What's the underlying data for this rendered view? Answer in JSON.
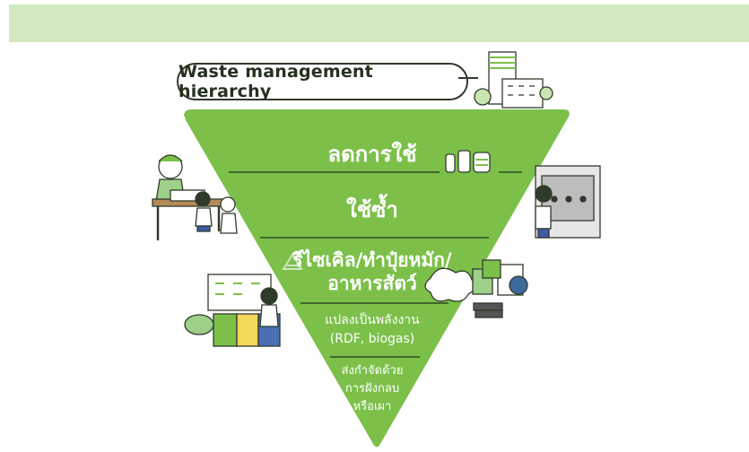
{
  "header": {
    "title": "Waste management hierarchy"
  },
  "levels": [
    {
      "lines": [
        "ลดการใช้"
      ]
    },
    {
      "lines": [
        "ใช้ซ้ำ"
      ]
    },
    {
      "lines": [
        "รีไซเคิล/ทำปุ๋ยหมัก/",
        "อาหารสัตว์"
      ]
    },
    {
      "lines": [
        "แปลงเป็นพลังงาน",
        "(RDF, biogas)"
      ]
    },
    {
      "lines": [
        "ส่งกำจัดด้วย",
        "การฝังกลบ",
        "หรือเผา"
      ]
    }
  ],
  "colors": {
    "banner": "#d2e8bf",
    "triangle": "#7cc04a",
    "divider": "#2d4a1f"
  },
  "icons": [
    "city-building-icon",
    "bottles-icon",
    "water-dispenser-icon",
    "person-with-bin-icon",
    "market-stall-icon",
    "recycle-bags-icon",
    "compost-icon",
    "sorting-bins-icon"
  ]
}
